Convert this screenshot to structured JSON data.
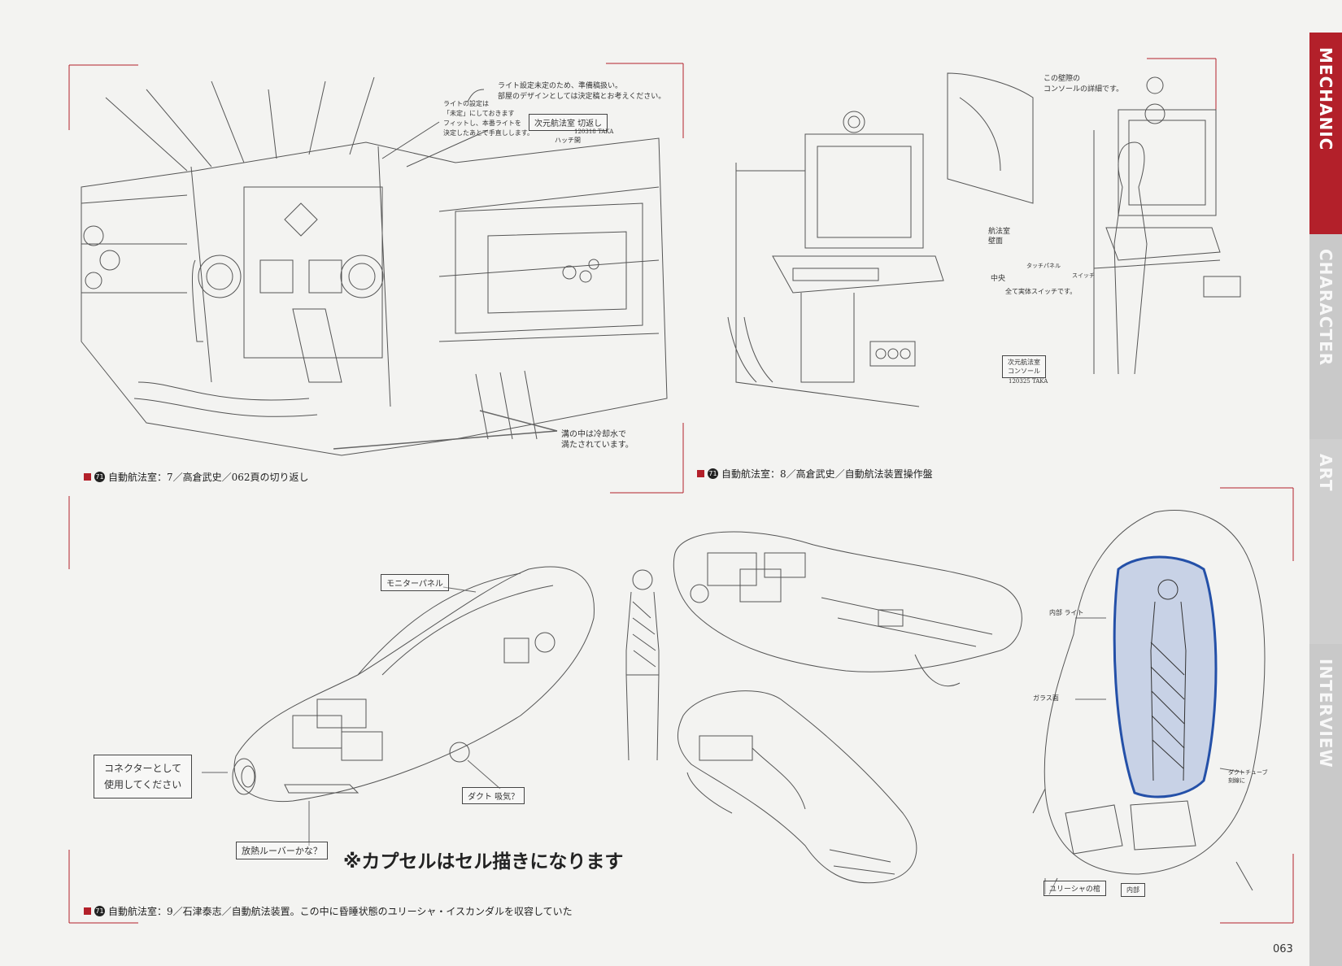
{
  "sidebar": {
    "tabs": [
      {
        "label": "MECHANIC",
        "active": true
      },
      {
        "label": "CHARACTER",
        "active": false
      },
      {
        "label": "ART",
        "active": false
      },
      {
        "label": "INTERVIEW",
        "active": false
      }
    ],
    "active_color": "#b3202a",
    "inactive_color": "#c9c9c9"
  },
  "figures": [
    {
      "num": "71",
      "caption": "自動航法室：7／高倉武史／062頁の切り返し"
    },
    {
      "num": "71",
      "caption": "自動航法室：8／高倉武史／自動航法装置操作盤"
    },
    {
      "num": "71",
      "caption": "自動航法室：9／石津泰志／自動航法装置。この中に昏睡状態のユリーシャ・イスカンダルを収容していた"
    }
  ],
  "notes": {
    "light_setting": "ライト設定未定のため、準備稿扱い。\n部屋のデザインとしては決定稿とお考えください。",
    "hand_light": "ライトの設定は\n「未定」にしておきます\nフィットし、本番ライトを\n決定したあとで手直しします。",
    "room_label": "次元航法室 切返し",
    "room_date": "120318 TAKA",
    "hatch": "ハッチ開",
    "coolant": "溝の中は冷却水で\n満たされています。",
    "wall_console": "この壁際の\nコンソールの詳細です。",
    "wall_label": "航法室\n壁面",
    "center_label": "中央",
    "touch_panel": "タッチパネル",
    "switch": "スイッチ",
    "all_switches": "全て実体スイッチです。",
    "console_label": "次元航法室\nコンソール",
    "console_date": "120325 TAKA",
    "monitor_panel": "モニターパネル",
    "connector": "コネクターとして\n使用してください",
    "duct": "ダクト 吸気？",
    "louver": "放熱ルーバーかな？",
    "capsule_cel": "※カプセルはセル描きになります",
    "interior_light": "内部 ライト",
    "glass": "ガラス面",
    "duct_tube": "ダクトチューブ\n刻線に",
    "yurisha_bed": "ユリーシャの棺",
    "bed_part": "内部"
  },
  "page_number": "063"
}
